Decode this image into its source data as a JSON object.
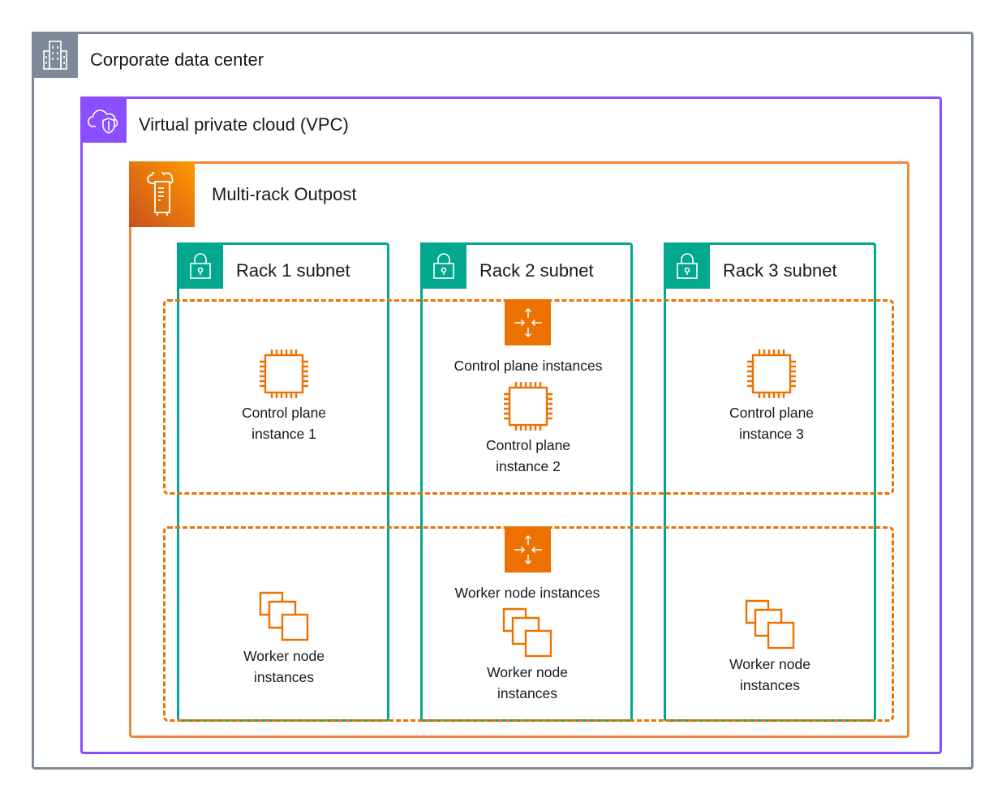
{
  "corporate": {
    "title": "Corporate data center",
    "icon": "building-icon"
  },
  "vpc": {
    "title": "Virtual private cloud (VPC)",
    "icon": "cloud-shield-icon"
  },
  "outpost": {
    "title": "Multi-rack Outpost",
    "icon": "outpost-rack-icon"
  },
  "racks": [
    {
      "title": "Rack 1 subnet",
      "control": [
        "Control plane",
        "instance 1"
      ],
      "worker": [
        "Worker node",
        "instances"
      ]
    },
    {
      "title": "Rack 2 subnet",
      "control": [
        "Control plane",
        "instance 2"
      ],
      "worker": [
        "Worker node",
        "instances"
      ]
    },
    {
      "title": "Rack 3 subnet",
      "control": [
        "Control plane",
        "instance 3"
      ],
      "worker": [
        "Worker node",
        "instances"
      ]
    }
  ],
  "groups": {
    "control": "Control plane instances",
    "worker": "Worker node instances"
  },
  "colors": {
    "corporate": "#7d8998",
    "vpc": "#8c4fff",
    "outpost": "#f58536",
    "subnet": "#01a88d",
    "compute": "#ed7100"
  }
}
